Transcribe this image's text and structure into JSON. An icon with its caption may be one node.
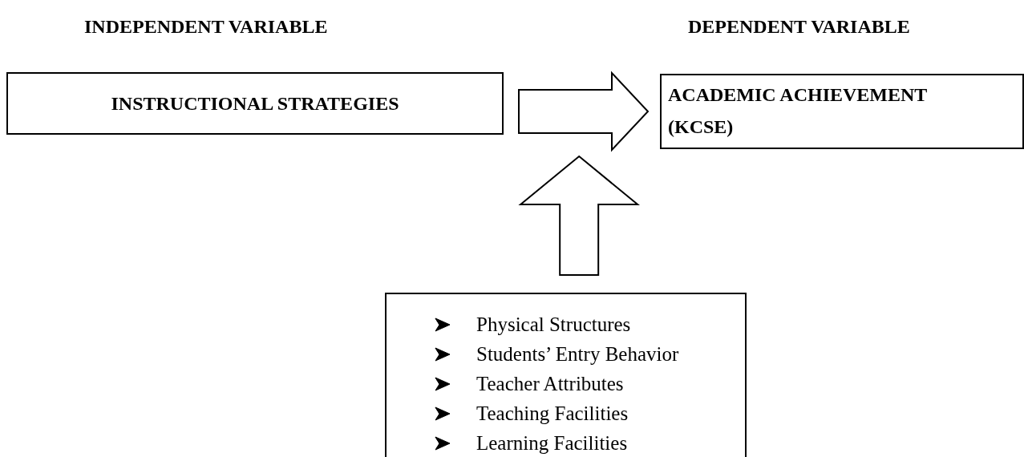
{
  "diagram": {
    "nodes": [
      {
        "text": [
          "INSTRUCTIONAL STRATEGIES"
        ]
      },
      {
        "text": [
          "ACADEMIC ACHIEVEMENT (KCSE)"
        ]
      },
      {
        "text": [
          "Physical Structures",
          "Students’ Entry Behavior",
          "Teacher Attributes",
          "Teaching Facilities",
          "Learning Facilities"
        ]
      }
    ],
    "edges": [
      {
        "from": 0,
        "to": 1,
        "arrow": "to"
      },
      {
        "from": 2,
        "to": 1,
        "arrow": "to"
      }
    ],
    "labels": [
      "INDEPENDENT VARIABLE",
      "DEPENDENT VARIABLE"
    ]
  }
}
